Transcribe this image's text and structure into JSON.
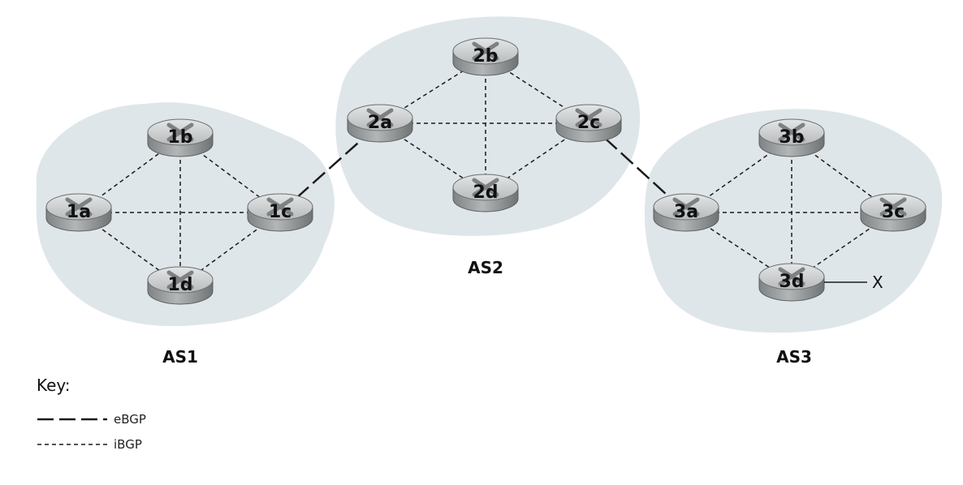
{
  "autonomous_systems": [
    {
      "id": "as1",
      "label": "AS1"
    },
    {
      "id": "as2",
      "label": "AS2"
    },
    {
      "id": "as3",
      "label": "AS3"
    }
  ],
  "routers": [
    {
      "id": "1a",
      "label": "1a",
      "as": "as1"
    },
    {
      "id": "1b",
      "label": "1b",
      "as": "as1"
    },
    {
      "id": "1c",
      "label": "1c",
      "as": "as1"
    },
    {
      "id": "1d",
      "label": "1d",
      "as": "as1"
    },
    {
      "id": "2a",
      "label": "2a",
      "as": "as2"
    },
    {
      "id": "2b",
      "label": "2b",
      "as": "as2"
    },
    {
      "id": "2c",
      "label": "2c",
      "as": "as2"
    },
    {
      "id": "2d",
      "label": "2d",
      "as": "as2"
    },
    {
      "id": "3a",
      "label": "3a",
      "as": "as3"
    },
    {
      "id": "3b",
      "label": "3b",
      "as": "as3"
    },
    {
      "id": "3c",
      "label": "3c",
      "as": "as3"
    },
    {
      "id": "3d",
      "label": "3d",
      "as": "as3"
    }
  ],
  "ibgp_links": [
    [
      "1a",
      "1b"
    ],
    [
      "1a",
      "1c"
    ],
    [
      "1a",
      "1d"
    ],
    [
      "1b",
      "1c"
    ],
    [
      "1b",
      "1d"
    ],
    [
      "1c",
      "1d"
    ],
    [
      "2a",
      "2b"
    ],
    [
      "2a",
      "2c"
    ],
    [
      "2a",
      "2d"
    ],
    [
      "2b",
      "2c"
    ],
    [
      "2b",
      "2d"
    ],
    [
      "2c",
      "2d"
    ],
    [
      "3a",
      "3b"
    ],
    [
      "3a",
      "3c"
    ],
    [
      "3a",
      "3d"
    ],
    [
      "3b",
      "3c"
    ],
    [
      "3b",
      "3d"
    ],
    [
      "3c",
      "3d"
    ]
  ],
  "ebgp_links": [
    [
      "1c",
      "2a"
    ],
    [
      "2c",
      "3a"
    ]
  ],
  "external": {
    "label": "X",
    "attached_to": "3d"
  },
  "key": {
    "title": "Key:",
    "items": [
      {
        "style": "long-dash",
        "label": "eBGP"
      },
      {
        "style": "short-dash",
        "label": "iBGP"
      }
    ]
  },
  "colors": {
    "cloud": "#dfe6e9",
    "router_body": "#9ea2a3",
    "router_top": "#c9cccd",
    "link": "#1a1a1a"
  }
}
